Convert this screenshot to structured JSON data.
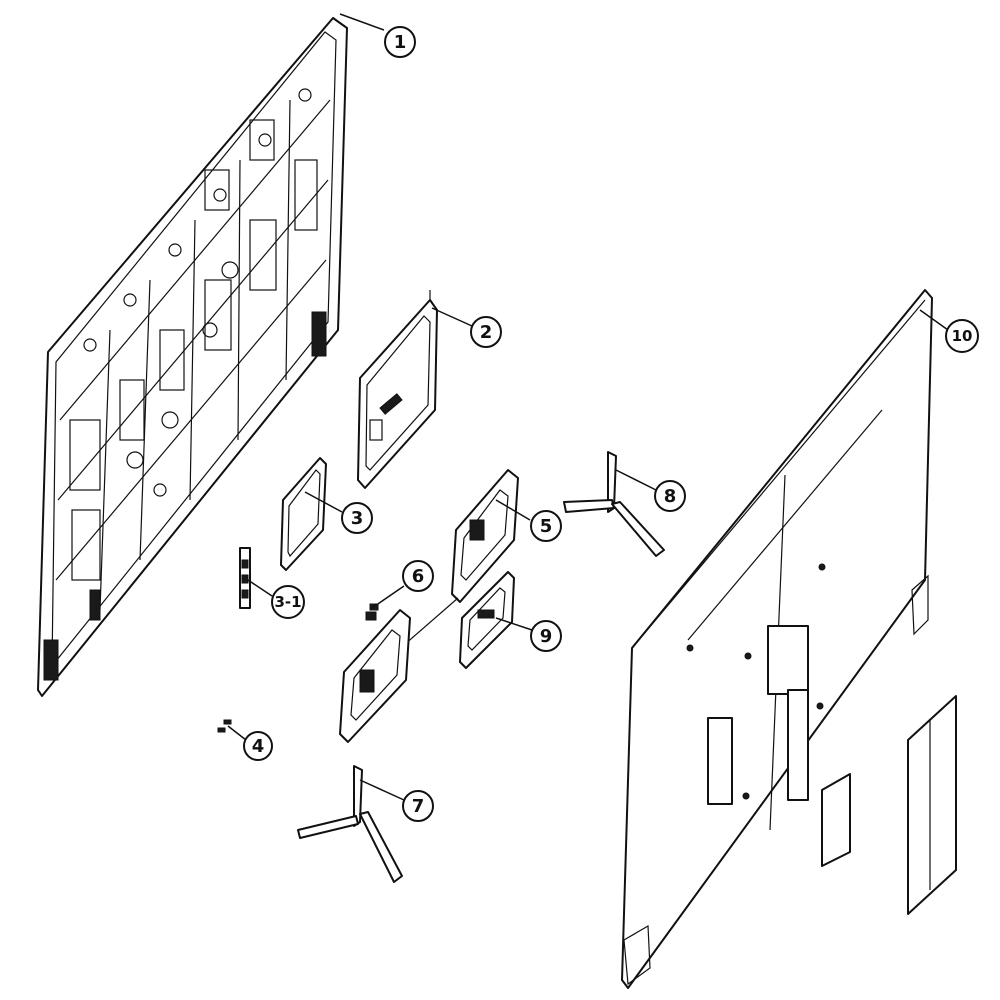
{
  "callouts": [
    {
      "id": "1",
      "label": "1"
    },
    {
      "id": "2",
      "label": "2"
    },
    {
      "id": "3",
      "label": "3"
    },
    {
      "id": "3-1",
      "label": "3-1"
    },
    {
      "id": "4",
      "label": "4"
    },
    {
      "id": "5",
      "label": "5"
    },
    {
      "id": "6",
      "label": "6"
    },
    {
      "id": "7",
      "label": "7"
    },
    {
      "id": "8",
      "label": "8"
    },
    {
      "id": "9",
      "label": "9"
    },
    {
      "id": "10",
      "label": "10"
    }
  ],
  "colors": {
    "line": "#111111",
    "background": "#ffffff"
  }
}
